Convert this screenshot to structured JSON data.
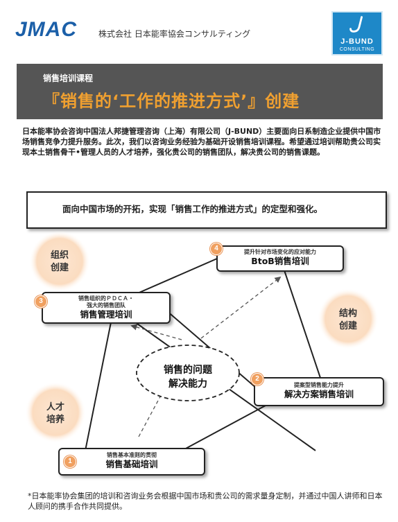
{
  "header": {
    "logo_text": "JMAC",
    "company_name": "株式会社 日本能率協会コンサルティング",
    "jbund_name": "J-BUND",
    "jbund_sub": "CONSULTING"
  },
  "banner": {
    "subtitle": "销售培训课程",
    "title": "『销售的‘工作的推进方式’』创建"
  },
  "intro": "日本能率协会咨询中国法人邦捷管理咨询（上海）有限公司（J-BUND）主要面向日系制造企业提供中国市场销售竞争力提升服务。此次，我们以咨询业务经验为基础开设销售培训课程。希望通过培训帮助贵公司实现本土销售骨干•管理人员的人才培养，强化贵公司的销售团队，解决贵公司的销售课题。",
  "statement": "面向中国市场的开拓，实现「销售工作的推进方式」的定型和强化。",
  "circles": {
    "org": [
      "组织",
      "创建"
    ],
    "structure": [
      "结构",
      "创建"
    ],
    "talent": [
      "人才",
      "培养"
    ]
  },
  "boxes": {
    "box1": {
      "num": "1",
      "small": "销售基本准则的贯彻",
      "main": "销售基础培训"
    },
    "box2": {
      "num": "2",
      "small": "提案型销售能力提升",
      "main": "解决方案销售培训"
    },
    "box3": {
      "num": "3",
      "small1": "销售组织的ＰＤＣＡ・",
      "small2": "强大的销售团队",
      "main": "销售管理培训"
    },
    "box4": {
      "num": "4",
      "small": "提升针对市场变化的应对能力",
      "main": "BtoB销售培训"
    }
  },
  "center": [
    "销售的问题",
    "解决能力"
  ],
  "colors": {
    "accent_orange": "#f0a030",
    "banner_gray": "#555555",
    "brand_blue": "#1e88c8",
    "circle_fill": "#fbe3cc"
  },
  "footnote": "*日本能率协会集团的培训和咨询业务会根据中国市场和贵公司的需求量身定制，并通过中国人讲师和日本人顾问的携手合作共同提供。"
}
